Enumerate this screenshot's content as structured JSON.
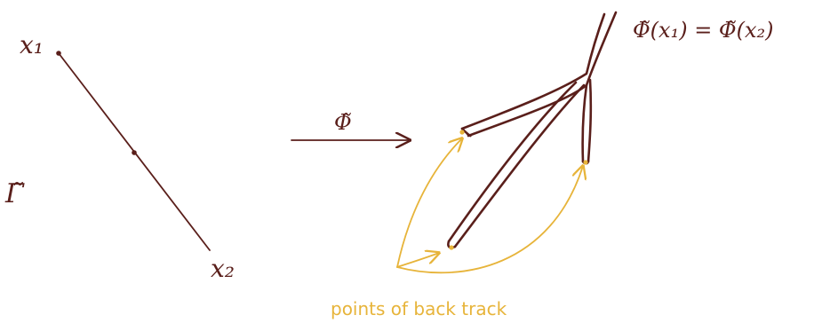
{
  "labels": {
    "x1": "x₁",
    "x2": "x₂",
    "gamma": "Γ̃",
    "map": "Φ̃",
    "equation": "Φ̃(x₁) = Φ̃(x₂)",
    "annotation": "points of back track"
  },
  "colors": {
    "ink": "#5a1f1b",
    "annotation": "#e7b43a"
  }
}
